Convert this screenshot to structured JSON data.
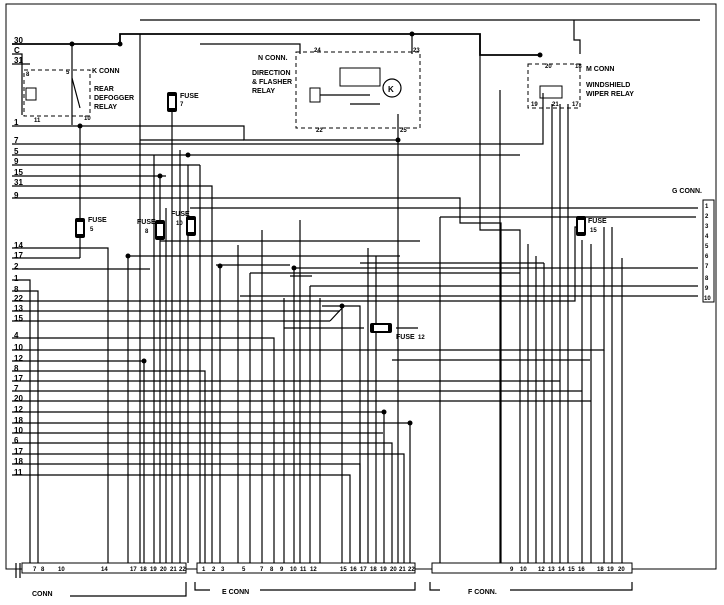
{
  "left_wire_numbers": [
    "30",
    "C",
    "31",
    "1",
    "7",
    "5",
    "9",
    "15",
    "31",
    "9",
    "14",
    "17",
    "2",
    "1",
    "8",
    "22",
    "13",
    "15",
    "4",
    "10",
    "12",
    "8",
    "17",
    "7",
    "20",
    "12",
    "18",
    "10",
    "6",
    "17",
    "18",
    "11"
  ],
  "right_pins": [
    "1",
    "2",
    "3",
    "4",
    "5",
    "6",
    "7",
    "8",
    "9",
    "10"
  ],
  "bottom_pins_c": [
    "7",
    "8",
    "10",
    "14",
    "17",
    "18",
    "19",
    "20",
    "21",
    "22"
  ],
  "bottom_pins_e": [
    "1",
    "2",
    "3",
    "5",
    "7",
    "8",
    "9",
    "10",
    "11",
    "12",
    "15",
    "16",
    "17",
    "18",
    "19",
    "20",
    "21",
    "22"
  ],
  "bottom_pins_f": [
    "9",
    "10",
    "12",
    "13",
    "14",
    "15",
    "16",
    "18",
    "19",
    "20"
  ],
  "labels": {
    "k_conn": "K CONN",
    "rear_defogger": [
      "REAR",
      "DEFOGGER",
      "RELAY"
    ],
    "n_conn": "N CONN.",
    "flasher": [
      "DIRECTION",
      "& FLASHER",
      "RELAY"
    ],
    "m_conn": "M CONN",
    "wiper": [
      "WINDSHIELD",
      "WIPER RELAY"
    ],
    "g_conn": "G CONN.",
    "fuse": "FUSE",
    "conn_c": "CONN",
    "conn_e": "E CONN",
    "conn_f": "F CONN."
  },
  "fuse_numbers": {
    "f7": "7",
    "f5": "5",
    "f8": "8",
    "f10": "10",
    "f15": "15",
    "f12": "12"
  },
  "relay_pins": {
    "k": [
      "8",
      "5",
      "11",
      "10"
    ],
    "n": [
      "24",
      "23",
      "22",
      "25"
    ],
    "m": [
      "20",
      "18",
      "19",
      "21",
      "17"
    ]
  }
}
